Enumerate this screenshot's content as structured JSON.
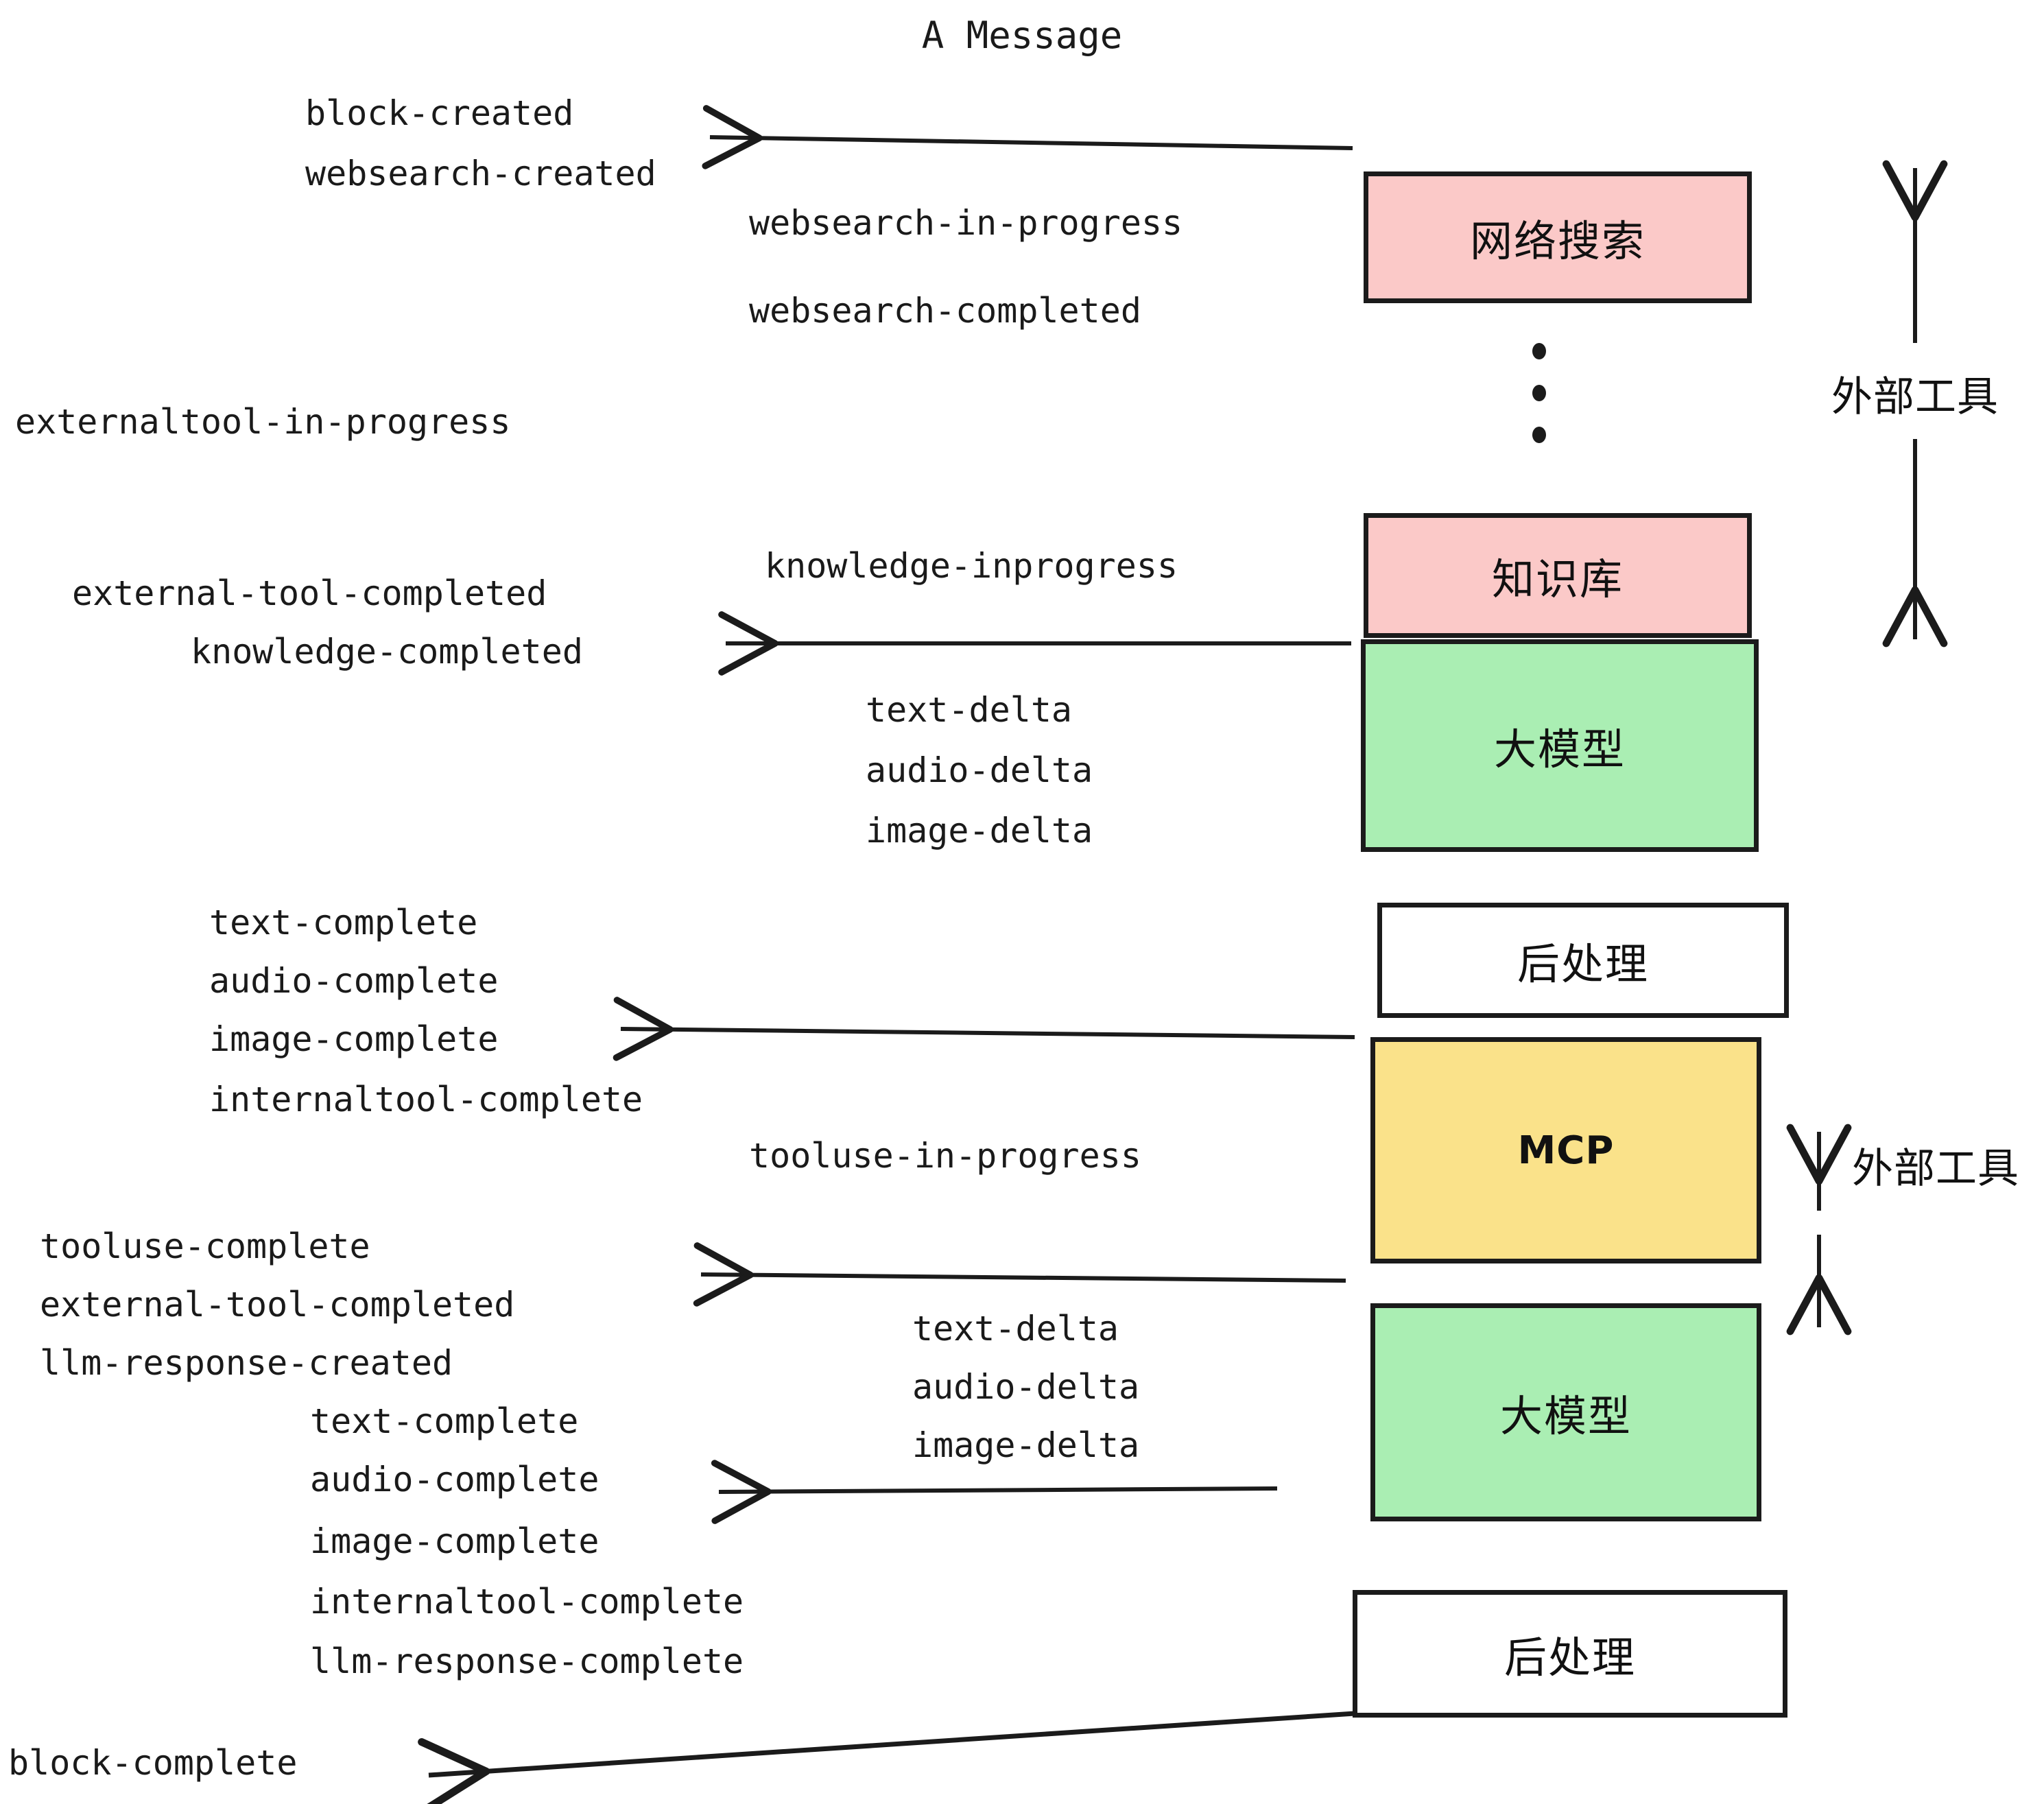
{
  "title": "A Message",
  "events": [
    {
      "id": "block-created",
      "text": "block-created"
    },
    {
      "id": "websearch-created",
      "text": "websearch-created"
    },
    {
      "id": "websearch-in-progress",
      "text": "websearch-in-progress"
    },
    {
      "id": "websearch-completed",
      "text": "websearch-completed"
    },
    {
      "id": "externaltool-in-progress",
      "text": "externaltool-in-progress"
    },
    {
      "id": "knowledge-inprogress",
      "text": "knowledge-inprogress"
    },
    {
      "id": "external-tool-completed-1",
      "text": "external-tool-completed"
    },
    {
      "id": "knowledge-completed",
      "text": "knowledge-completed"
    },
    {
      "id": "text-delta-1",
      "text": "text-delta"
    },
    {
      "id": "audio-delta-1",
      "text": "audio-delta"
    },
    {
      "id": "image-delta-1",
      "text": "image-delta"
    },
    {
      "id": "text-complete-1",
      "text": "text-complete"
    },
    {
      "id": "audio-complete-1",
      "text": "audio-complete"
    },
    {
      "id": "image-complete-1",
      "text": "image-complete"
    },
    {
      "id": "internaltool-complete-1",
      "text": "internaltool-complete"
    },
    {
      "id": "tooluse-in-progress",
      "text": "tooluse-in-progress"
    },
    {
      "id": "tooluse-complete",
      "text": "tooluse-complete"
    },
    {
      "id": "external-tool-completed-2",
      "text": "external-tool-completed"
    },
    {
      "id": "llm-response-created",
      "text": "llm-response-created"
    },
    {
      "id": "text-delta-2",
      "text": "text-delta"
    },
    {
      "id": "audio-delta-2",
      "text": "audio-delta"
    },
    {
      "id": "image-delta-2",
      "text": "image-delta"
    },
    {
      "id": "text-complete-2",
      "text": "text-complete"
    },
    {
      "id": "audio-complete-2",
      "text": "audio-complete"
    },
    {
      "id": "image-complete-2",
      "text": "image-complete"
    },
    {
      "id": "internaltool-complete-2",
      "text": "internaltool-complete"
    },
    {
      "id": "llm-response-complete",
      "text": "llm-response-complete"
    },
    {
      "id": "block-complete",
      "text": "block-complete"
    }
  ],
  "boxes": [
    {
      "id": "websearch",
      "label": "网络搜索",
      "color": "#fbc9c8"
    },
    {
      "id": "knowledge",
      "label": "知识库",
      "color": "#fbc9c8"
    },
    {
      "id": "llm-top",
      "label": "大模型",
      "color": "#aaeeb3"
    },
    {
      "id": "postprocess-1",
      "label": "后处理",
      "color": "#ffffff"
    },
    {
      "id": "mcp",
      "label": "MCP",
      "color": "#fae28a"
    },
    {
      "id": "llm-bottom",
      "label": "大模型",
      "color": "#aaeeb3"
    },
    {
      "id": "postprocess-2",
      "label": "后处理",
      "color": "#ffffff"
    }
  ],
  "group_labels": [
    {
      "id": "external-tools-top",
      "text": "外部工具"
    },
    {
      "id": "external-tools-bottom",
      "text": "外部工具"
    }
  ],
  "colors": {
    "pink": "#fbc9c8",
    "green": "#aaeeb3",
    "yellow": "#fae28a",
    "white": "#ffffff",
    "stroke": "#1b1b1b",
    "text": "#1a1a1a",
    "background": "#ffffff"
  }
}
